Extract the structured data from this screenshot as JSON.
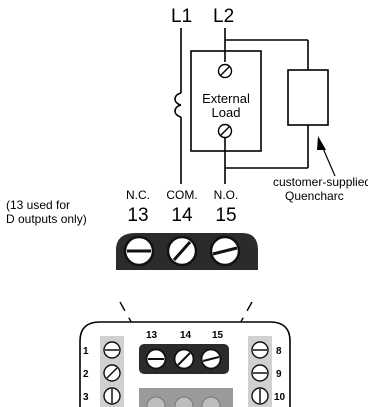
{
  "labels": {
    "L1": "L1",
    "L2": "L2",
    "external_load_line1": "External",
    "external_load_line2": "Load",
    "customer_supplied": "customer-supplied",
    "quencharc": "Quencharc",
    "note_line1": "(13 used for",
    "note_line2": "D outputs only)",
    "nc": "N.C.",
    "com": "COM.",
    "no": "N.O."
  },
  "terminals_top": [
    "13",
    "14",
    "15"
  ],
  "terminals_board_center": [
    "13",
    "14",
    "15"
  ],
  "terminals_board_left": [
    "1",
    "2",
    "3"
  ],
  "terminals_board_right": [
    "8",
    "9",
    "10"
  ],
  "colors": {
    "terminal_block_dark": "#2b2b2b",
    "terminal_block_light": "#9a9a9a",
    "board_light": "#d0d0d0",
    "screw_fill": "#ffffff"
  }
}
